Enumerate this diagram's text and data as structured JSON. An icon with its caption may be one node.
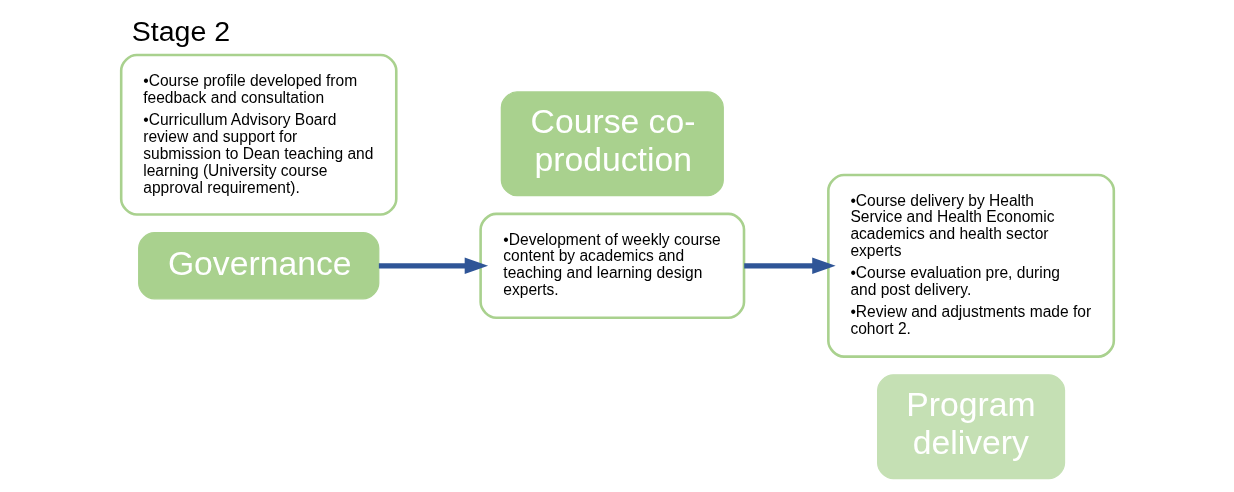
{
  "diagram": {
    "title": "Stage 2",
    "nodes": [
      {
        "text": [
          "•Course profile developed from feedback and consultation",
          "•Curricullum Advisory Board review and support for submission to Dean teaching and learning (University course approval requirement)."
        ]
      },
      {
        "text": [
          "Governance"
        ]
      },
      {
        "text": [
          "•Development of weekly course content by academics and teaching and learning design experts."
        ]
      },
      {
        "text": [
          "Course co-production"
        ]
      },
      {
        "text": [
          "•Course delivery by Health Service and Health Economic academics and health sector experts",
          "•Course evaluation pre, during and post delivery.",
          "•Review and adjustments made for cohort 2."
        ]
      },
      {
        "text": [
          "Program delivery"
        ]
      }
    ],
    "edges": [
      {
        "from": 1,
        "to": 2,
        "arrow": "to"
      },
      {
        "from": 2,
        "to": 4,
        "arrow": "to"
      }
    ]
  }
}
